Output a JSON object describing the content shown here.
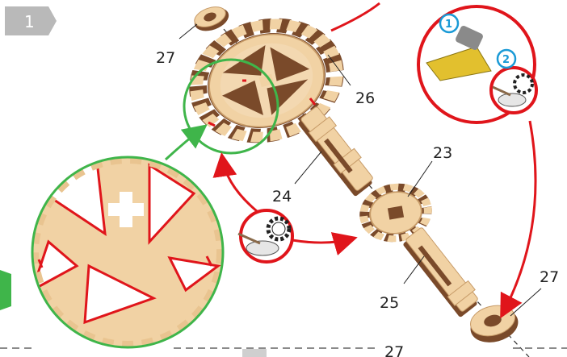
{
  "step": {
    "number": "1"
  },
  "part_labels": {
    "washer_top": "27",
    "large_gear": "26",
    "small_gear": "23",
    "left_shaft": "24",
    "right_shaft": "25",
    "washer_bottom": "27",
    "bottom_dashed": "27"
  },
  "tool_badges": {
    "sandpaper": "1",
    "wax": "2"
  },
  "colors": {
    "wood": "#f1d2a4",
    "wood_dark": "#7a4a2a",
    "wood_edge": "#c79b68",
    "red_callout": "#e0151b",
    "green_callout": "#3fb54a",
    "badge_blue": "#1a9ad6",
    "step_badge": "#b9b9b9"
  },
  "icons": [
    "sandpaper-icon",
    "wax-jar-icon",
    "gear-icon",
    "arrow-icon"
  ]
}
